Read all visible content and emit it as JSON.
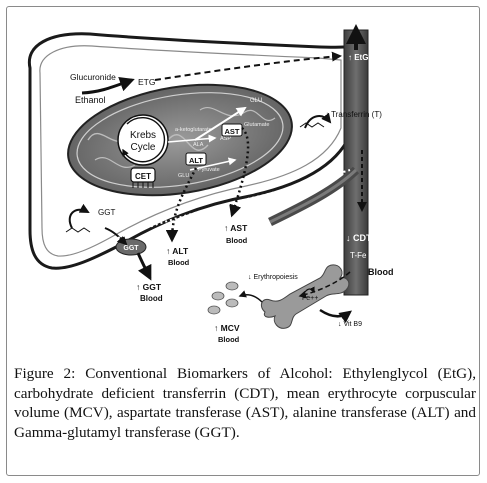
{
  "figure": {
    "caption": "Figure 2: Conventional Biomarkers of Alcohol: Ethylenglycol (EtG), carbohydrate deficient transferrin (CDT), mean erythrocyte corpuscular volume (MCV), aspartate transferase (AST), alanine transferase (ALT) and Gamma-glutamyl transferase (GGT)."
  },
  "labels": {
    "etg_top": "↑ EtG",
    "glucuronide": "Glucuronide",
    "etg": "ETG",
    "ethanol": "Ethanol",
    "krebs_line1": "Krebs",
    "krebs_line2": "Cycle",
    "cet": "CET",
    "ketoglutarate": "a-ketoglutarate",
    "ala": "ALA",
    "asp": "ASP",
    "glu": "GLU",
    "glutamate": "Glutamate",
    "ast_inner": "AST",
    "alt_inner": "ALT",
    "pyruvate": "Pyruvate",
    "glu2": "GLU",
    "transferrin": "↓ Transferrin (T)",
    "ggt_inner": "GGT",
    "ggt_vessel": "GGT",
    "cdt": "↓ CDT",
    "tfe": "T-Fe",
    "blood_vessel": "Blood",
    "alt_blood_1": "↑ ALT",
    "alt_blood_2": "Blood",
    "ast_blood_1": "↑ AST",
    "ast_blood_2": "Blood",
    "ggt_blood_1": "↑ GGT",
    "ggt_blood_2": "Blood",
    "erythropoiesis": "↓ Erythropoiesis",
    "fe": "Fe++",
    "vitb": "↓ Vit B9",
    "mcv_1": "↑ MCV",
    "mcv_2": "Blood"
  }
}
